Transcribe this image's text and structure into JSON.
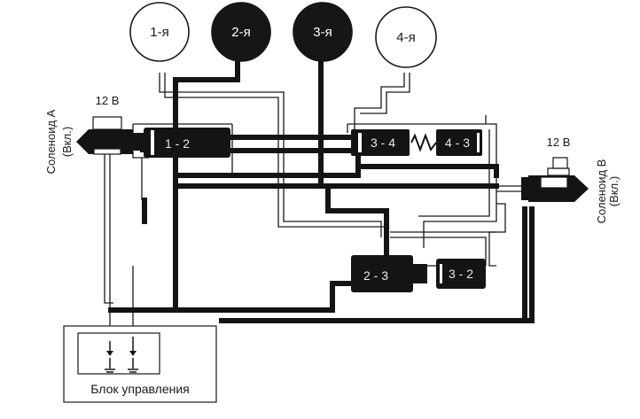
{
  "gears": [
    {
      "label": "1-я",
      "style": "light"
    },
    {
      "label": "2-я",
      "style": "dark"
    },
    {
      "label": "3-я",
      "style": "dark"
    },
    {
      "label": "4-я",
      "style": "light"
    }
  ],
  "valves": {
    "v12": "1 - 2",
    "v34": "3 - 4",
    "v43": "4 - 3",
    "v23": "2 - 3",
    "v32": "3 - 2"
  },
  "solenoid_a": {
    "name": "Соленоид А",
    "state": "(Вкл.)",
    "voltage": "12 В"
  },
  "solenoid_b": {
    "name": "Соленоид В",
    "state": "(Вкл.)",
    "voltage": "12 В"
  },
  "control_unit": {
    "label": "Блок управления"
  },
  "colors": {
    "ink": "#141414",
    "paper": "#ffffff"
  }
}
